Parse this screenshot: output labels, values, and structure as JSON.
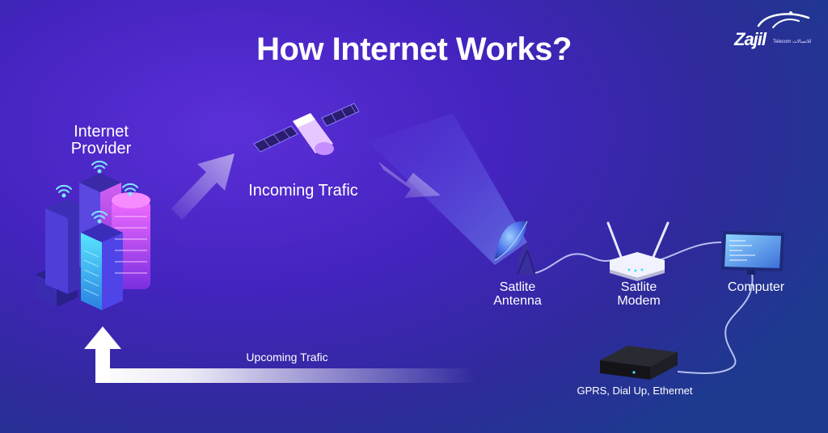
{
  "title": "How Internet Works?",
  "labels": {
    "internet_provider": "Internet Provider",
    "incoming_traffic": "Incoming Trafic",
    "satellite_antenna": "Satlite Antenna",
    "satellite_modem": "Satlite Modem",
    "computer": "Computer",
    "upcoming_traffic": "Upcoming Trafic",
    "connection_types": "GPRS, Dial Up, Ethernet"
  },
  "logo": {
    "word": "Zajil",
    "sub": "Telecom للاتصالات"
  },
  "icons": [
    "buildings-icon",
    "wifi-icon",
    "satellite-icon",
    "satellite-dish-icon",
    "router-icon",
    "monitor-icon",
    "set-top-box-icon",
    "arrow-icon"
  ],
  "colors": {
    "background_top": "#5b2fd8",
    "background_bottom": "#1d3a8f",
    "accent_cyan": "#4dd8ff",
    "accent_magenta": "#e34cff",
    "text": "#ffffff"
  }
}
